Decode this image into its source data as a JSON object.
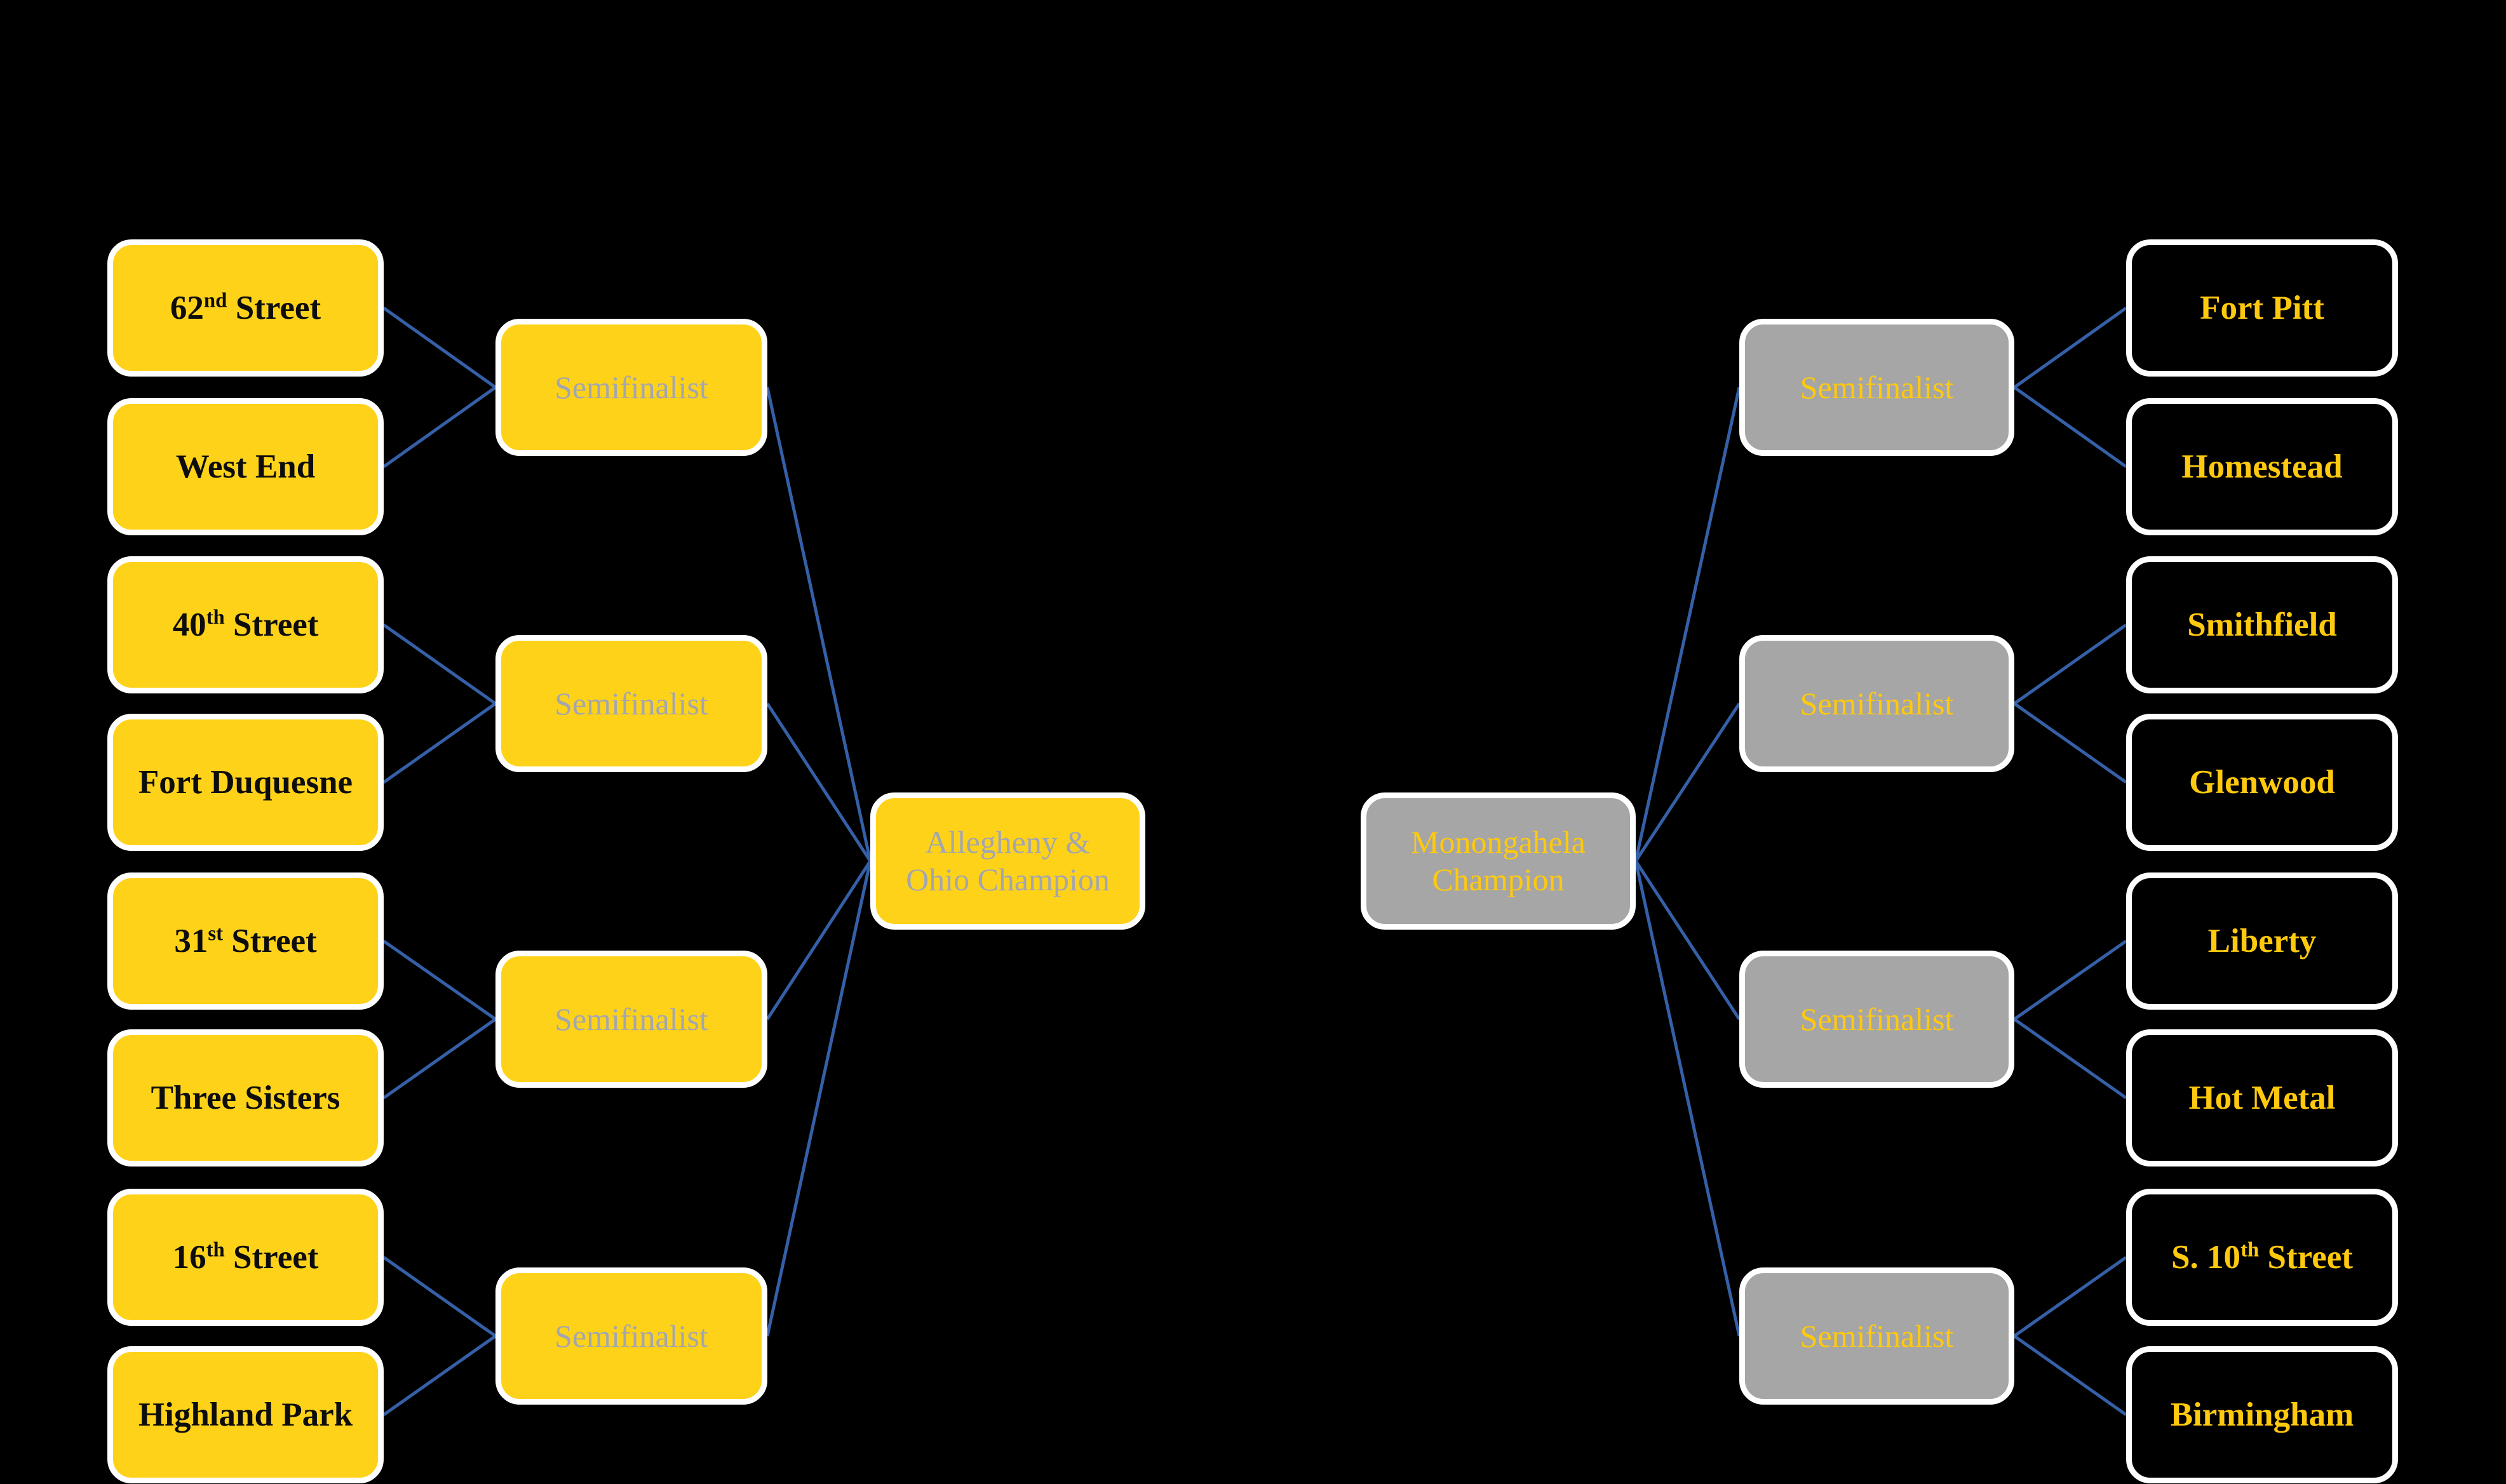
{
  "bracket": {
    "left": {
      "region_champion": {
        "lines": [
          "Allegheny &",
          "Ohio Champion"
        ]
      },
      "semifinalists": [
        {
          "label": "Semifinalist"
        },
        {
          "label": "Semifinalist"
        },
        {
          "label": "Semifinalist"
        },
        {
          "label": "Semifinalist"
        }
      ],
      "teams": [
        {
          "pre": "62",
          "sup": "nd",
          "post": " Street"
        },
        {
          "pre": "West End",
          "sup": "",
          "post": ""
        },
        {
          "pre": "40",
          "sup": "th",
          "post": " Street"
        },
        {
          "pre": "Fort Duquesne",
          "sup": "",
          "post": ""
        },
        {
          "pre": "31",
          "sup": "st",
          "post": " Street"
        },
        {
          "pre": "Three Sisters",
          "sup": "",
          "post": ""
        },
        {
          "pre": "16",
          "sup": "th",
          "post": " Street"
        },
        {
          "pre": "Highland Park",
          "sup": "",
          "post": ""
        }
      ]
    },
    "right": {
      "region_champion": {
        "lines": [
          "Monongahela",
          "Champion"
        ]
      },
      "semifinalists": [
        {
          "label": "Semifinalist"
        },
        {
          "label": "Semifinalist"
        },
        {
          "label": "Semifinalist"
        },
        {
          "label": "Semifinalist"
        }
      ],
      "teams": [
        {
          "pre": "Fort Pitt",
          "sup": "",
          "post": ""
        },
        {
          "pre": "Homestead",
          "sup": "",
          "post": ""
        },
        {
          "pre": "Smithfield",
          "sup": "",
          "post": ""
        },
        {
          "pre": "Glenwood",
          "sup": "",
          "post": ""
        },
        {
          "pre": "Liberty",
          "sup": "",
          "post": ""
        },
        {
          "pre": "Hot Metal",
          "sup": "",
          "post": ""
        },
        {
          "pre": "S. 10",
          "sup": "th",
          "post": " Street"
        },
        {
          "pre": "Birmingham",
          "sup": "",
          "post": ""
        }
      ]
    },
    "colors": {
      "gold_fill": "#FFD21A",
      "gray_fill": "#A6A6A6",
      "black_fill": "#000000",
      "white_border": "#FFFFFF",
      "connector_blue": "#3560A8",
      "gold_text": "#FFC90E",
      "gray_text": "#A3A6AE",
      "black_text": "#0D0D0D"
    }
  }
}
